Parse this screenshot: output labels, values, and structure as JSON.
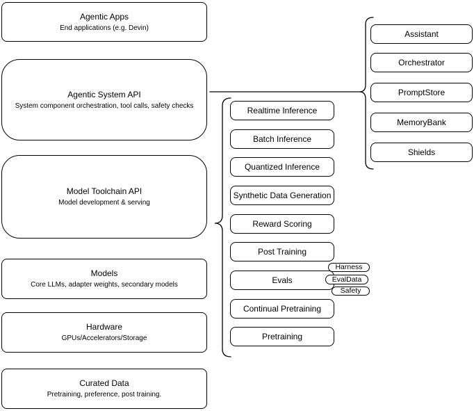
{
  "diagram": {
    "left_column": {
      "boxes": [
        {
          "title": "Agentic Apps",
          "subtitle": "End applications (e.g. Devin)"
        },
        {
          "title": "Agentic System API",
          "subtitle": "System component orchestration, tool calls, safety checks"
        },
        {
          "title": "Model Toolchain API",
          "subtitle": "Model development & serving"
        },
        {
          "title": "Models",
          "subtitle": "Core LLMs, adapter weights, secondary models"
        },
        {
          "title": "Hardware",
          "subtitle": "GPUs/Accelerators/Storage"
        },
        {
          "title": "Curated Data",
          "subtitle": "Pretraining, preference, post training."
        }
      ]
    },
    "toolchain_components": {
      "items": [
        "Realtime Inference",
        "Batch Inference",
        "Quantized Inference",
        "Synthetic Data Generation",
        "Reward Scoring",
        "Post Training",
        "Evals",
        "Continual Pretraining",
        "Pretraining"
      ]
    },
    "eval_pills": [
      "Harness",
      "EvalData",
      "Safety"
    ],
    "system_components": [
      "Assistant",
      "Orchestrator",
      "PromptStore",
      "MemoryBank",
      "Shields"
    ],
    "colors": {
      "stroke": "#000000",
      "background": "#ffffff",
      "text": "#000000"
    }
  }
}
